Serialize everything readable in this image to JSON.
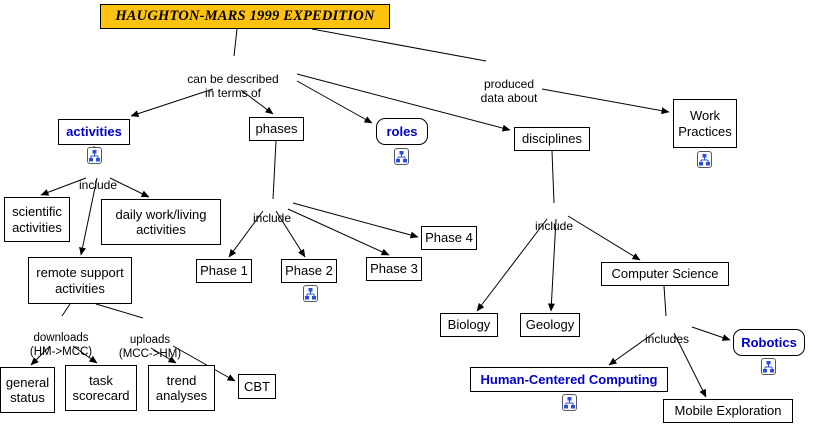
{
  "nodes": {
    "title": {
      "label": "HAUGHTON-MARS 1999 EXPEDITION"
    },
    "activities": {
      "label": "activities"
    },
    "phases": {
      "label": "phases"
    },
    "roles": {
      "label": "roles"
    },
    "disciplines": {
      "label": "disciplines"
    },
    "work_practices": {
      "label": "Work\nPractices"
    },
    "scientific_activities": {
      "label": "scientific\nactivities"
    },
    "daily_work": {
      "label": "daily work/living\nactivities"
    },
    "remote_support": {
      "label": "remote support\nactivities"
    },
    "general_status": {
      "label": "general\nstatus"
    },
    "task_scorecard": {
      "label": "task\nscorecard"
    },
    "trend_analyses": {
      "label": "trend\nanalyses"
    },
    "cbt": {
      "label": "CBT"
    },
    "phase1": {
      "label": "Phase 1"
    },
    "phase2": {
      "label": "Phase 2"
    },
    "phase3": {
      "label": "Phase 3"
    },
    "phase4": {
      "label": "Phase 4"
    },
    "biology": {
      "label": "Biology"
    },
    "geology": {
      "label": "Geology"
    },
    "computer_science": {
      "label": "Computer Science"
    },
    "hcc": {
      "label": "Human-Centered Computing"
    },
    "robotics": {
      "label": "Robotics"
    },
    "mobile_exploration": {
      "label": "Mobile Exploration"
    }
  },
  "links": {
    "described": {
      "label": "can be described\nin terms of"
    },
    "produced": {
      "label": "produced\ndata about"
    },
    "include_activities": {
      "label": "include"
    },
    "include_phases": {
      "label": "include"
    },
    "include_disciplines": {
      "label": "include"
    },
    "includes_cs": {
      "label": "includes"
    },
    "downloads": {
      "label": "downloads\n(HM->MCC)"
    },
    "uploads": {
      "label": "uploads\n(MCC->HM)"
    }
  },
  "icons": {
    "resource_icon": "linked-resources-icon",
    "shown_under": [
      "activities",
      "roles",
      "work_practices",
      "phase2",
      "hcc",
      "robotics"
    ]
  },
  "colors": {
    "title_bg": "#FFC20E",
    "highlight_text": "#0000C8",
    "node_border": "#000000",
    "background": "#FFFFFF"
  }
}
